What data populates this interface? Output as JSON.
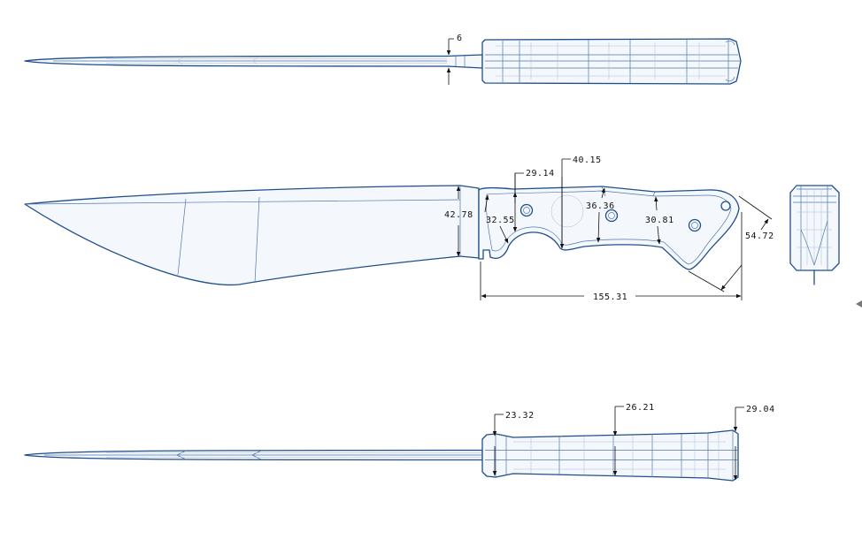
{
  "top_view": {
    "dim_thickness": "6"
  },
  "side_view": {
    "dim_29_14": "29.14",
    "dim_40_15": "40.15",
    "dim_42_78": "42.78",
    "dim_32_55": "32.55",
    "dim_36_36": "36.36",
    "dim_30_81": "30.81",
    "dim_54_72": "54.72",
    "dim_155_31": "155.31"
  },
  "bottom_view": {
    "dim_23_32": "23.32",
    "dim_26_21": "26.21",
    "dim_29_04": "29.04"
  },
  "colors": {
    "outline": "#1f4e8c",
    "dimension": "#111111",
    "background": "#ffffff"
  }
}
